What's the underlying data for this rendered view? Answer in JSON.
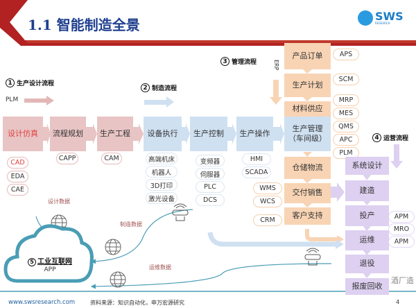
{
  "header": {
    "title": "1.1 智能制造全景",
    "logo_text": "SWS",
    "logo_sub": "RESEARCH"
  },
  "sections": {
    "s1": {
      "num": "1",
      "label": "生产设计流程",
      "tool": "PLM"
    },
    "s2": {
      "num": "2",
      "label": "制造流程"
    },
    "s3": {
      "num": "3",
      "label": "管理流程",
      "tool": "ERP"
    },
    "s4": {
      "num": "4",
      "label": "运营流程"
    },
    "s5": {
      "num": "5",
      "label": "工业互联网",
      "sub": "APP"
    }
  },
  "main_row": [
    "设计仿真",
    "流程规划",
    "生产工程",
    "设备执行",
    "生产控制",
    "生产操作"
  ],
  "design_tools": [
    "CAD",
    "EDA",
    "CAE"
  ],
  "process_tools": [
    "CAPP"
  ],
  "engineering_tools": [
    "CAM"
  ],
  "equipment": [
    "高端机床",
    "机器人",
    "3D打印",
    "激光设备"
  ],
  "control": [
    "变频器",
    "伺服器",
    "PLC",
    "DCS"
  ],
  "operation": [
    "HMI",
    "SCADA"
  ],
  "management": {
    "boxes": [
      "产品订单",
      "生产计划",
      "材料供应",
      "生产管理\n（车间级）",
      "仓储物流",
      "交付销售",
      "客户支持"
    ],
    "right_pills": [
      "APS",
      "SCM",
      "MRP",
      "MES",
      "QMS",
      "APC",
      "PLM"
    ],
    "left_pills": [
      "WMS",
      "WCS",
      "CRM"
    ]
  },
  "operations": {
    "boxes": [
      "系统设计",
      "建造",
      "投产",
      "运维",
      "退役",
      "报废回收"
    ],
    "pills": [
      "APM",
      "MRO",
      "APM"
    ]
  },
  "data_labels": {
    "design": "设计数据",
    "manufacturing": "制造数据",
    "operations": "运维数据"
  },
  "watermark": "酒厂造",
  "footer": {
    "url": "www.swsresearch.com",
    "source": "资料来源：知识自动化，申万宏源研究",
    "page": "4"
  },
  "colors": {
    "title": "#1f3f8f",
    "accent_red": "#b22222",
    "design": "#e8c4c4",
    "manufacturing": "#cfe0f1",
    "management": "#f8d4b4",
    "operations": "#ddd0f0",
    "network_line": "#4a9db5"
  }
}
